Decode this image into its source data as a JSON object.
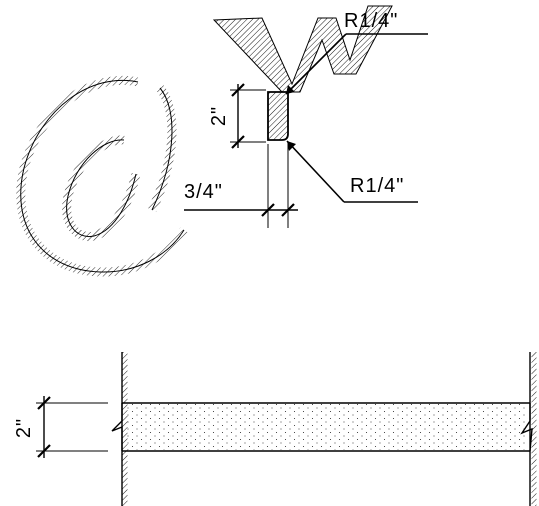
{
  "detail_top": {
    "radius_label_upper": "R1/4\"",
    "height_label": "2\"",
    "radius_label_lower": "R1/4\"",
    "width_label": "3/4\""
  },
  "detail_bottom": {
    "height_label": "2\""
  },
  "watermark": {
    "text": "@W"
  }
}
